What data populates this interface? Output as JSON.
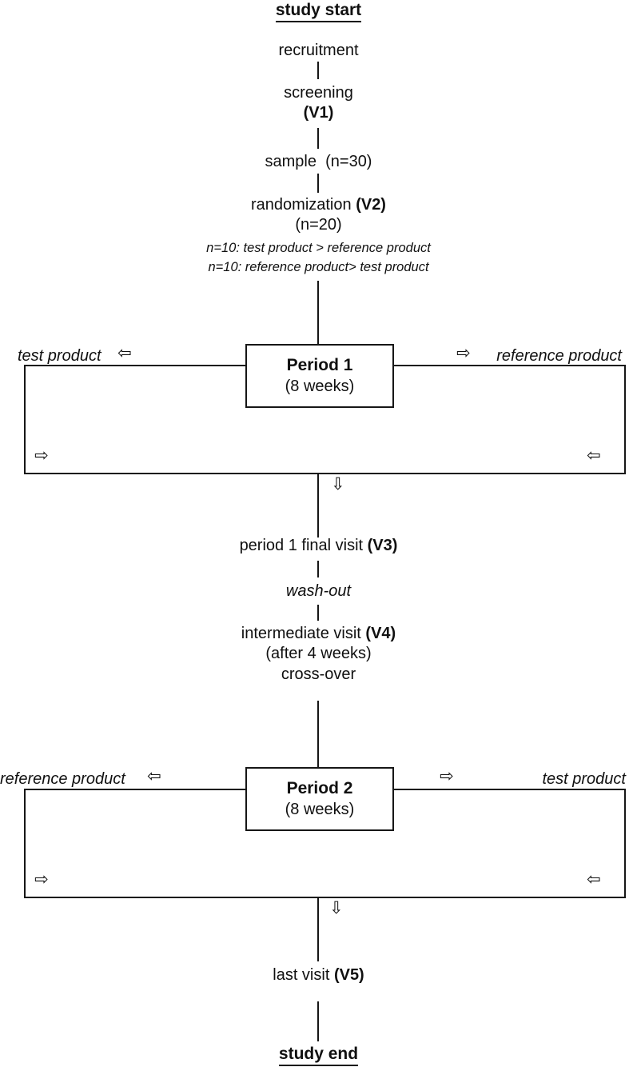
{
  "page": {
    "background": "#ffffff",
    "line_color": "#161616",
    "text_color": "#101010"
  },
  "icons": {
    "left_arrow": "⇦",
    "right_arrow": "⇨",
    "down_arrow": "⇩"
  },
  "flow": {
    "study_start": "study start",
    "recruitment": "recruitment",
    "screening": "screening",
    "v1": "(V1)",
    "sample": "sample  (n=30)",
    "randomization": {
      "pre": "randomization ",
      "bold": "(V2)"
    },
    "n20": "(n=20)",
    "arm1": "n=10: test product > reference product",
    "arm2": "n=10: reference product> test product",
    "period1": {
      "title": "Period 1",
      "duration": "(8 weeks)",
      "left_label": "test product",
      "right_label": "reference product"
    },
    "final_visit": {
      "pre": "period 1 final visit ",
      "bold": "(V3)"
    },
    "washout": "wash-out",
    "intermediate": {
      "pre": "intermediate visit ",
      "bold": "(V4)"
    },
    "after4": "(after 4 weeks)",
    "crossover": "cross-over",
    "period2": {
      "title": "Period 2",
      "duration": "(8 weeks)",
      "left_label": "reference product",
      "right_label": "test product"
    },
    "last_visit": {
      "pre": "last visit ",
      "bold": "(V5)"
    },
    "study_end": "study end"
  }
}
